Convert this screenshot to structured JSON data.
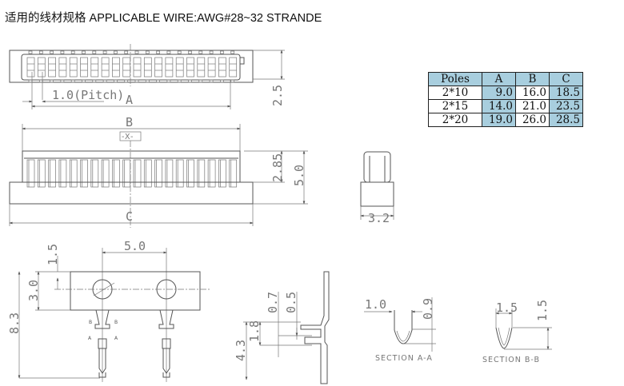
{
  "title": "适用的线材规格 APPLICABLE WIRE:AWG#28~32 STRANDE",
  "table": {
    "headers": [
      "Poles",
      "A",
      "B",
      "C"
    ],
    "rows": [
      [
        "2*10",
        "9.0",
        "16.0",
        "18.5"
      ],
      [
        "2*15",
        "14.0",
        "21.0",
        "23.5"
      ],
      [
        "2*20",
        "19.0",
        "26.0",
        "28.5"
      ]
    ],
    "shade_color": "#a8cede"
  },
  "drawing": {
    "pitch": "1.0(Pitch)",
    "label_a": "A",
    "label_b": "B",
    "label_c": "C",
    "datum_x": "-X-",
    "dim_2_5": "2.5",
    "dim_2_85": "2.85",
    "dim_5_0_front": "5.0",
    "dim_3_2": "3.2",
    "dim_5_0_top": "5.0",
    "dim_1_5_left": "1.5",
    "dim_3_0": "3.0",
    "dim_8_3": "8.3",
    "mark_b_left": "B",
    "mark_b_right": "B",
    "mark_a_left": "A",
    "mark_a_right": "A",
    "dim_0_7": "0.7",
    "dim_0_5": "0.5",
    "dim_1_8": "1.8",
    "dim_4_3": "4.3",
    "sec_a_width": "1.0",
    "sec_a_height": "0.9",
    "section_a": "SECTION A-A",
    "sec_b_width": "1.5",
    "sec_b_height": "1.5",
    "section_b": "SECTION B-B"
  }
}
